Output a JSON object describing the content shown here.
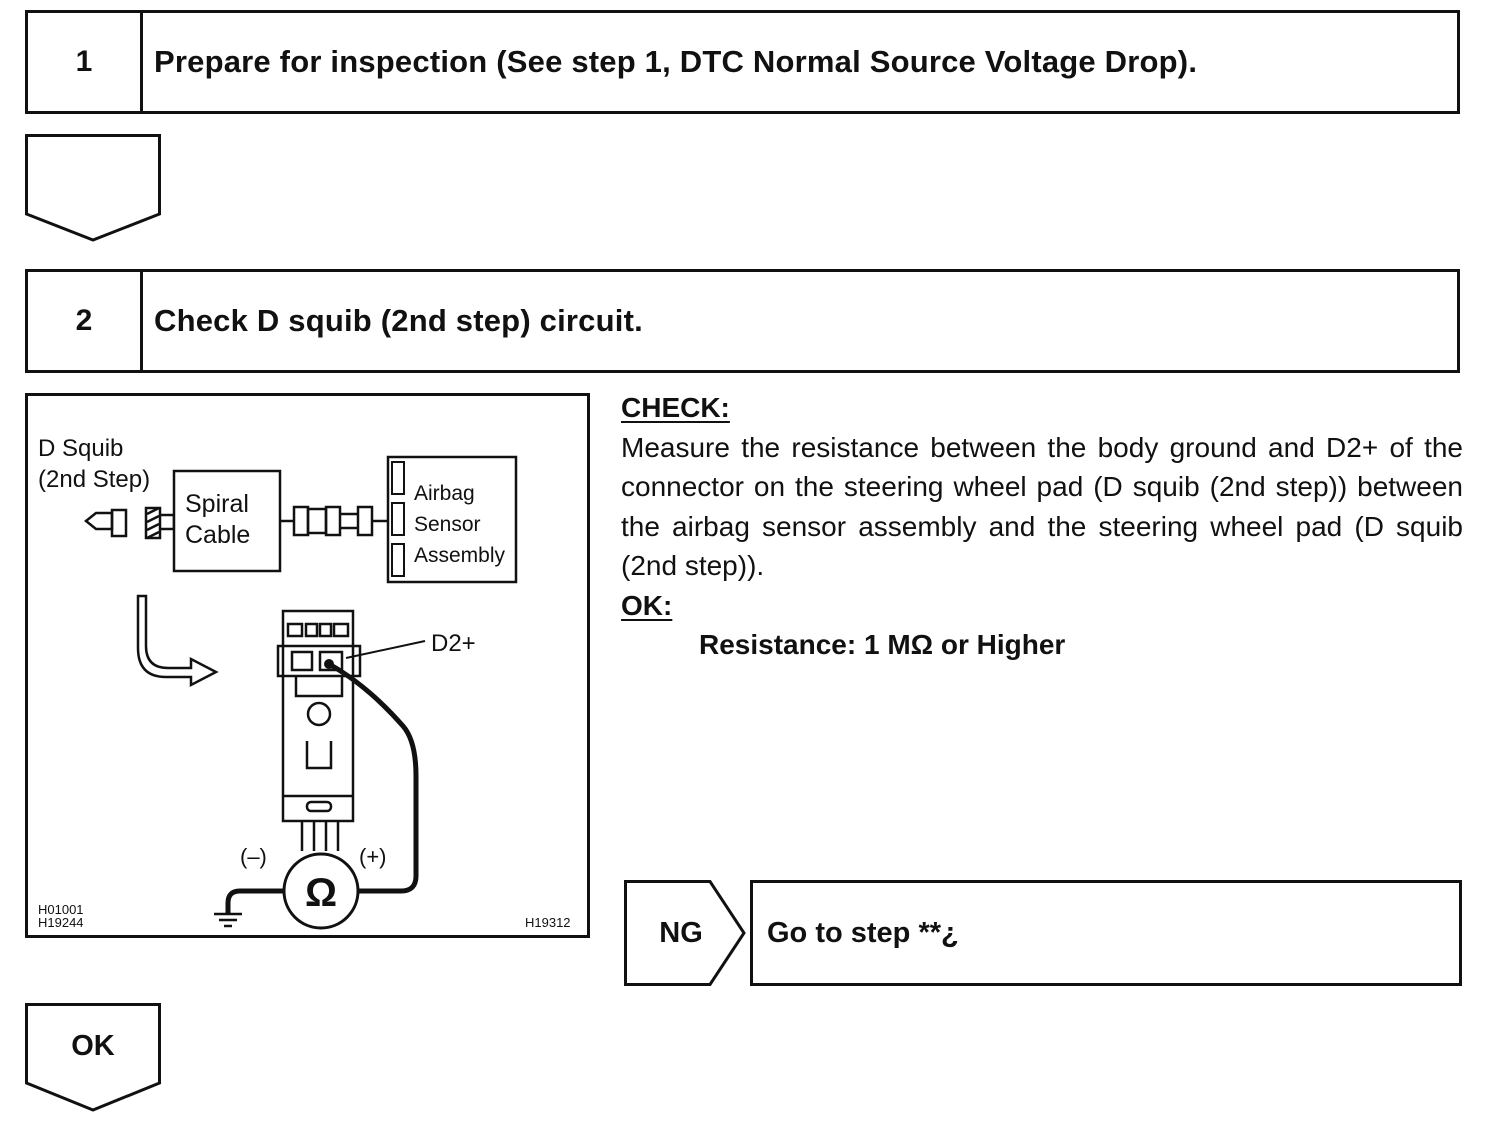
{
  "step1": {
    "number": "1",
    "title": "Prepare for inspection (See step 1, DTC Normal Source Voltage Drop)."
  },
  "step2": {
    "number": "2",
    "title": "Check D squib (2nd step) circuit."
  },
  "figure": {
    "label_d_squib": "D Squib",
    "label_2nd_step": "(2nd Step)",
    "spiral_line1": "Spiral",
    "spiral_line2": "Cable",
    "airbag_line1": "Airbag",
    "airbag_line2": "Sensor",
    "airbag_line3": "Assembly",
    "terminal_label": "D2+",
    "meter_minus": "(–)",
    "meter_plus": "(+)",
    "ohm_symbol": "Ω",
    "code_left_1": "H01001",
    "code_left_2": "H19244",
    "code_right": "H19312"
  },
  "check": {
    "heading": "CHECK:",
    "text": "Measure the resistance between the body ground and D2+ of the connector on the steering wheel pad (D squib (2nd step)) between the airbag sensor assembly and the steering wheel pad (D squib (2nd step)).",
    "ok_heading": "OK:",
    "spec": "Resistance: 1 MΩ or Higher"
  },
  "ng": {
    "label": "NG",
    "result": "Go to step **¿"
  },
  "ok_label": "OK"
}
